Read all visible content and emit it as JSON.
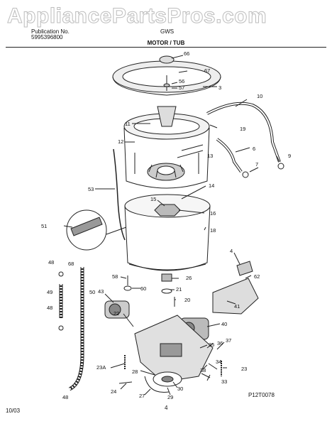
{
  "watermark": "AppliancePartsPros.com",
  "header": {
    "pub_label": "Publication No.",
    "pub_number": "5995396800",
    "model": "GWS"
  },
  "title": "MOTOR / TUB",
  "part_labels": [
    {
      "id": "66",
      "text": "66"
    },
    {
      "id": "67",
      "text": "67"
    },
    {
      "id": "56",
      "text": "56"
    },
    {
      "id": "57",
      "text": "57"
    },
    {
      "id": "3",
      "text": "3"
    },
    {
      "id": "10",
      "text": "10"
    },
    {
      "id": "11",
      "text": "11"
    },
    {
      "id": "19",
      "text": "19"
    },
    {
      "id": "12",
      "text": "12"
    },
    {
      "id": "6",
      "text": "6"
    },
    {
      "id": "13",
      "text": "13"
    },
    {
      "id": "9",
      "text": "9"
    },
    {
      "id": "7",
      "text": "7"
    },
    {
      "id": "53",
      "text": "53"
    },
    {
      "id": "14",
      "text": "14"
    },
    {
      "id": "15",
      "text": "15"
    },
    {
      "id": "16",
      "text": "16"
    },
    {
      "id": "51",
      "text": "51"
    },
    {
      "id": "18",
      "text": "18"
    },
    {
      "id": "4",
      "text": "4"
    },
    {
      "id": "48a",
      "text": "48"
    },
    {
      "id": "68",
      "text": "68"
    },
    {
      "id": "58",
      "text": "58"
    },
    {
      "id": "26",
      "text": "26"
    },
    {
      "id": "62",
      "text": "62"
    },
    {
      "id": "49",
      "text": "49"
    },
    {
      "id": "50",
      "text": "50"
    },
    {
      "id": "60",
      "text": "60"
    },
    {
      "id": "21",
      "text": "21"
    },
    {
      "id": "43",
      "text": "43"
    },
    {
      "id": "20",
      "text": "20"
    },
    {
      "id": "48b",
      "text": "48"
    },
    {
      "id": "40",
      "text": "40"
    },
    {
      "id": "41",
      "text": "41"
    },
    {
      "id": "22",
      "text": "22"
    },
    {
      "id": "35",
      "text": "35"
    },
    {
      "id": "36",
      "text": "36"
    },
    {
      "id": "37",
      "text": "37"
    },
    {
      "id": "23a",
      "text": "23A"
    },
    {
      "id": "34",
      "text": "34"
    },
    {
      "id": "28",
      "text": "28"
    },
    {
      "id": "38",
      "text": "38"
    },
    {
      "id": "23",
      "text": "23"
    },
    {
      "id": "24",
      "text": "24"
    },
    {
      "id": "30",
      "text": "30"
    },
    {
      "id": "33",
      "text": "33"
    },
    {
      "id": "27",
      "text": "27"
    },
    {
      "id": "29",
      "text": "29"
    },
    {
      "id": "48c",
      "text": "48"
    }
  ],
  "figure_code": "P12T0078",
  "footer": {
    "date": "10/03",
    "page": "4"
  }
}
